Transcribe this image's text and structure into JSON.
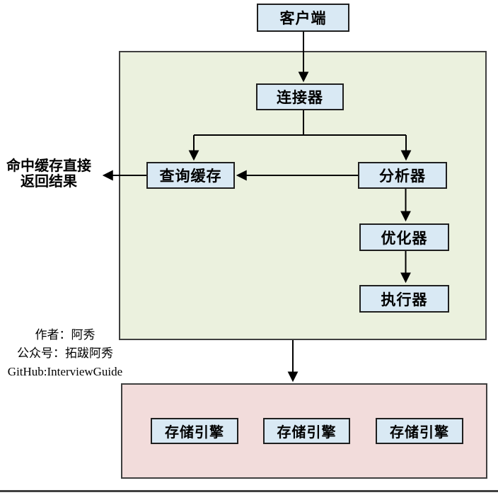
{
  "colors": {
    "background": "#ffffff",
    "node_fill": "#d9e9f4",
    "node_border": "#1f1f1f",
    "server_layer_fill": "#ebf1de",
    "storage_layer_fill": "#f2dcdb",
    "layer_border": "#3f3f3f",
    "edge_line": "#000000",
    "bottom_rule": "#404040"
  },
  "nodes": {
    "client": "客户端",
    "connector": "连接器",
    "query_cache": "查询缓存",
    "analyzer": "分析器",
    "optimizer": "优化器",
    "executor": "执行器",
    "storage_engines": [
      "存储引擎",
      "存储引擎",
      "存储引擎"
    ]
  },
  "edges": [
    {
      "from": "client",
      "to": "connector"
    },
    {
      "from": "connector",
      "to": "query_cache"
    },
    {
      "from": "connector",
      "to": "analyzer"
    },
    {
      "from": "analyzer",
      "to": "query_cache"
    },
    {
      "from": "query_cache",
      "to": "cache_hit_note"
    },
    {
      "from": "analyzer",
      "to": "optimizer"
    },
    {
      "from": "optimizer",
      "to": "executor"
    },
    {
      "from": "server_layer",
      "to": "storage_layer"
    }
  ],
  "annotations": {
    "cache_hit": {
      "line1": "命中缓存直接",
      "line2": "返回结果"
    },
    "credits": {
      "line1": "作者：阿秀",
      "line2": "公众号：拓跋阿秀",
      "line3": "GitHub:InterviewGuide"
    }
  }
}
